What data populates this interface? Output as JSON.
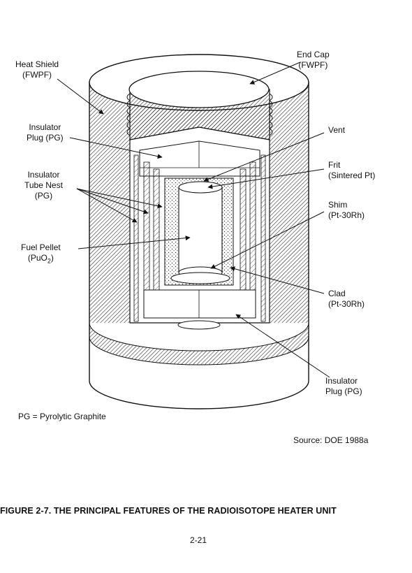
{
  "labels": {
    "heat_shield": [
      "Heat Shield",
      "(FWPF)"
    ],
    "end_cap": [
      "End Cap",
      "(FWPF)"
    ],
    "insulator_plug_top": [
      "Insulator",
      "Plug (PG)"
    ],
    "vent": [
      "Vent"
    ],
    "insulator_tube_nest": [
      "Insulator",
      "Tube Nest",
      "(PG)"
    ],
    "frit": [
      "Frit",
      "(Sintered Pt)"
    ],
    "shim": [
      "Shim",
      "(Pt-30Rh)"
    ],
    "fuel_pellet": [
      "Fuel Pellet",
      "(PuO",
      "2",
      ")"
    ],
    "clad": [
      "Clad",
      "(Pt-30Rh)"
    ],
    "insulator_plug_bottom": [
      "Insulator",
      "Plug (PG)"
    ]
  },
  "legend_note": "PG = Pyrolytic Graphite",
  "source": "Source:  DOE 1988a",
  "caption": "FIGURE 2-7.  THE PRINCIPAL FEATURES OF THE RADIOISOTOPE HEATER UNIT",
  "page_number": "2-21"
}
